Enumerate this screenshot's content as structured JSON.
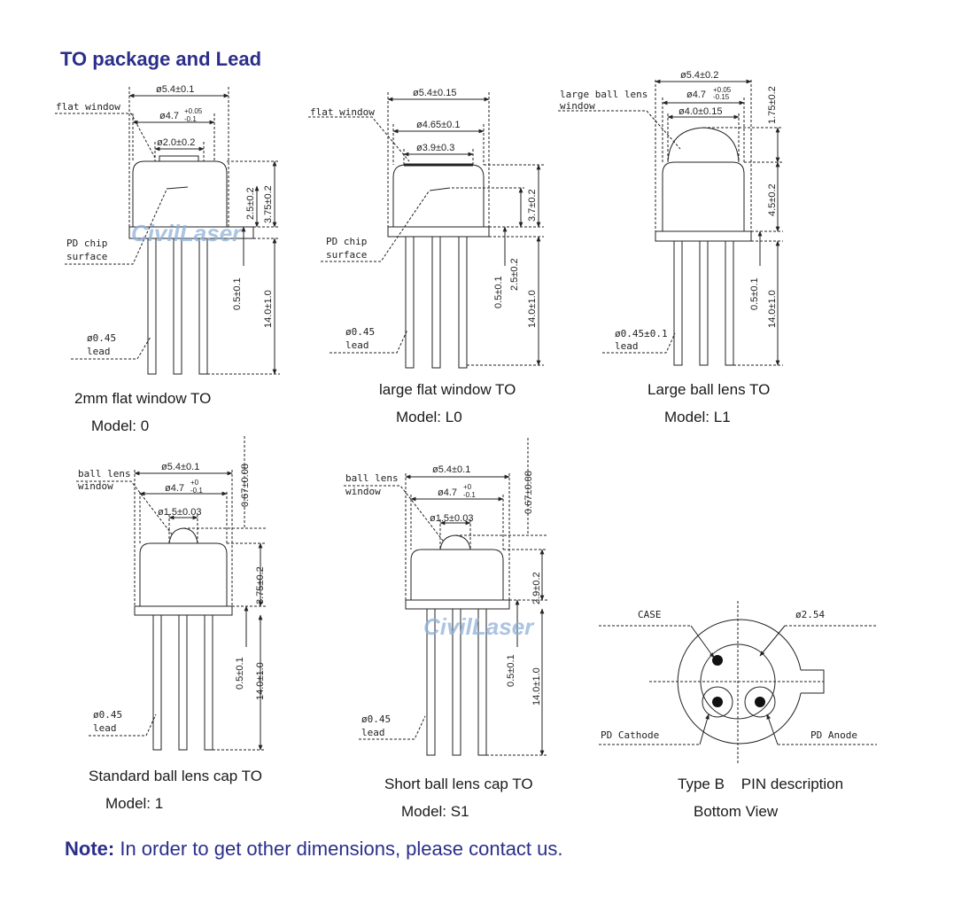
{
  "title": "TO package and Lead",
  "watermark": "CivilLaser",
  "packages": [
    {
      "name": "2mm flat window TO",
      "model": "Model: 0",
      "labels": [
        "flat window",
        "PD chip",
        "surface",
        "ø0.45",
        "lead"
      ],
      "dims": [
        "ø5.4±0.1",
        "ø4.7",
        "+0.05",
        "-0.1",
        "ø2.0±0.2",
        "2.5±0.2",
        "3.75±0.2",
        "0.5±0.1",
        "14.0±1.0"
      ]
    },
    {
      "name": "large flat window TO",
      "model": "Model: L0",
      "labels": [
        "flat window",
        "PD chip",
        "surface",
        "ø0.45",
        "lead"
      ],
      "dims": [
        "ø5.4±0.15",
        "ø4.65±0.1",
        "ø3.9±0.3",
        "3.7±0.2",
        "2.5±0.2",
        "0.5±0.1",
        "14.0±1.0"
      ]
    },
    {
      "name": "Large ball lens TO",
      "model": "Model: L1",
      "labels": [
        "large ball lens",
        "window",
        "ø0.45±0.1",
        "lead"
      ],
      "dims": [
        "ø5.4±0.2",
        "ø4.7",
        "+0.05",
        "-0.15",
        "ø4.0±0.15",
        "1.75±0.2",
        "4.5±0.2",
        "0.5±0.1",
        "14.0±1.0"
      ]
    },
    {
      "name": "Standard ball lens cap TO",
      "model": "Model: 1",
      "labels": [
        "ball lens",
        "window",
        "ø0.45",
        "lead"
      ],
      "dims": [
        "ø5.4±0.1",
        "ø4.7",
        "+0",
        "-0.1",
        "ø1.5±0.03",
        "0.67±0.08",
        "3.75±0.2",
        "0.5±0.1",
        "14.0±1.0"
      ]
    },
    {
      "name": "Short ball lens cap TO",
      "model": "Model: S1",
      "labels": [
        "ball lens",
        "window",
        "ø0.45",
        "lead"
      ],
      "dims": [
        "ø5.4±0.1",
        "ø4.7",
        "+0",
        "-0.1",
        "ø1.5±0.03",
        "0.67±0.08",
        "2.9±0.2",
        "0.5±0.1",
        "14.0±1.0"
      ]
    }
  ],
  "pin_view": {
    "name": "Type B    PIN description",
    "view": "Bottom View",
    "labels": [
      "CASE",
      "ø2.54",
      "PD Cathode",
      "PD Anode"
    ]
  },
  "note": {
    "bold": "Note:",
    "text": " In order to get other dimensions, please contact us."
  }
}
